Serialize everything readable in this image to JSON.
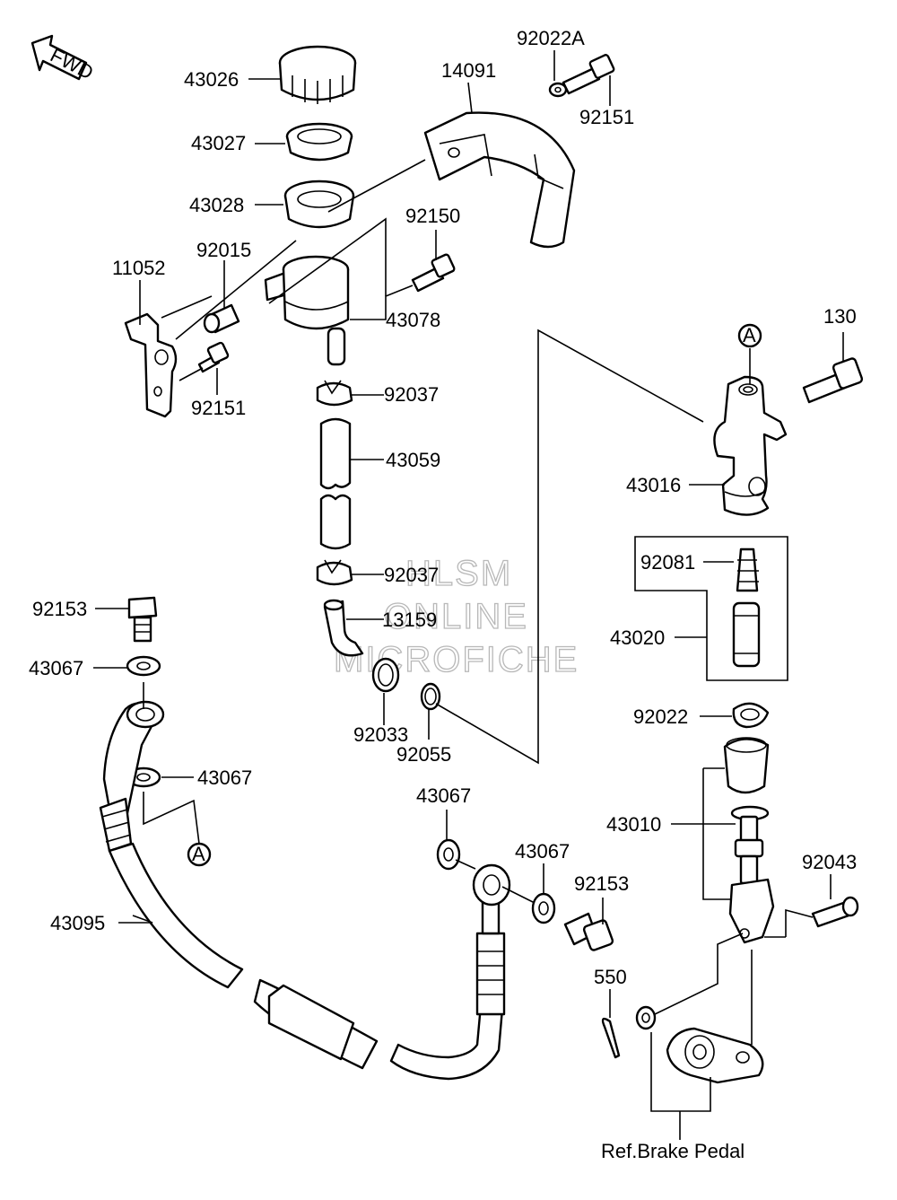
{
  "fwd_label": "FWD",
  "watermark": [
    "HLSM",
    "ONLINE",
    "MICROFICHE"
  ],
  "marker_label": "A",
  "ref_label": "Ref.Brake Pedal",
  "part_labels": {
    "p43026": "43026",
    "p43027": "43027",
    "p43028": "43028",
    "p14091": "14091",
    "p92022A": "92022A",
    "p92151_top": "92151",
    "p92150": "92150",
    "p11052": "11052",
    "p92015": "92015",
    "p43078": "43078",
    "p92151_left": "92151",
    "p92037_a": "92037",
    "p43059": "43059",
    "p92037_b": "92037",
    "p13159": "13159",
    "p92033": "92033",
    "p92055": "92055",
    "p130": "130",
    "p43016": "43016",
    "p92081": "92081",
    "p43020": "43020",
    "p92022": "92022",
    "p43010": "43010",
    "p92043": "92043",
    "p92153_left": "92153",
    "p43067_a": "43067",
    "p43067_b": "43067",
    "p43095": "43095",
    "p43067_c": "43067",
    "p43067_d": "43067",
    "p92153_right": "92153",
    "p550": "550"
  }
}
